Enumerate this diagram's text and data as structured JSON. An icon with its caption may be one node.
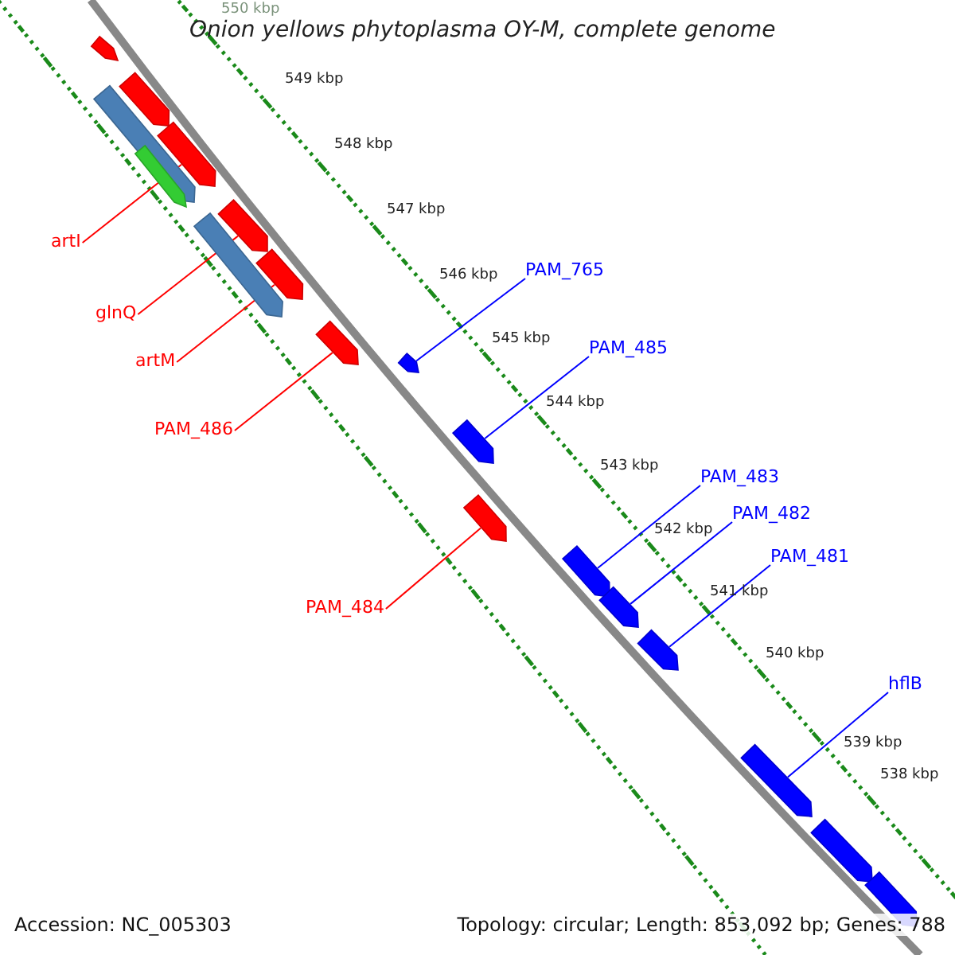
{
  "diagram": {
    "title": "Onion yellows phytoplasma OY-M, complete genome",
    "nodes": [
      {
        "text": [
          "artI"
        ]
      },
      {
        "text": [
          "PAM_765"
        ]
      },
      {
        "text": [
          "glnQ"
        ]
      },
      {
        "text": [
          "PAM_485"
        ]
      },
      {
        "text": [
          "artM"
        ]
      },
      {
        "text": [
          "PAM_486"
        ]
      },
      {
        "text": [
          "PAM_483"
        ]
      },
      {
        "text": [
          "PAM_482"
        ]
      },
      {
        "text": [
          "PAM_481"
        ]
      },
      {
        "text": [
          "PAM_484"
        ]
      },
      {
        "text": [
          "hflB"
        ]
      },
      {
        "text": [],
        "shape": "bar"
      },
      {
        "text": [],
        "shape": "bar"
      },
      {
        "text": [],
        "shape": "bar"
      },
      {
        "text": [],
        "shape": "bar"
      },
      {
        "text": [],
        "shape": "bar"
      },
      {
        "text": [],
        "shape": "bar"
      },
      {
        "text": [],
        "shape": "bar"
      },
      {
        "text": [],
        "shape": "bar"
      },
      {
        "text": [],
        "shape": "bar"
      },
      {
        "text": [],
        "shape": "bar"
      },
      {
        "text": [],
        "shape": "bar"
      },
      {
        "text": [],
        "shape": "bar"
      },
      {
        "text": [],
        "shape": "bar"
      },
      {
        "text": [],
        "shape": "bar"
      },
      {
        "text": [],
        "shape": "bar"
      },
      {
        "text": [],
        "shape": "bar"
      },
      {
        "text": [],
        "shape": "bar"
      },
      {
        "text": [],
        "shape": "bar"
      }
    ],
    "edges": [
      {
        "from": 0,
        "to": 14,
        "arrow": "none",
        "color": "#ff0000"
      },
      {
        "from": 1,
        "to": 20,
        "arrow": "none"
      },
      {
        "from": 2,
        "to": 16,
        "arrow": "none",
        "color": "#ff0000"
      },
      {
        "from": 3,
        "to": 21,
        "arrow": "none"
      },
      {
        "from": 4,
        "to": 18,
        "arrow": "none",
        "color": "#ff0000"
      },
      {
        "from": 5,
        "to": 19,
        "arrow": "none",
        "color": "#ff0000"
      },
      {
        "from": 6,
        "to": 23,
        "arrow": "none"
      },
      {
        "from": 7,
        "to": 24,
        "arrow": "none"
      },
      {
        "from": 8,
        "to": 25,
        "arrow": "none"
      },
      {
        "from": 9,
        "to": 22,
        "arrow": "none",
        "color": "#ff0000"
      },
      {
        "from": 10,
        "to": 26,
        "arrow": "none"
      }
    ],
    "labels": [
      "550 kbp",
      "549 kbp",
      "548 kbp",
      "547 kbp",
      "546 kbp",
      "545 kbp",
      "544 kbp",
      "543 kbp",
      "542 kbp",
      "541 kbp",
      "540 kbp",
      "539 kbp",
      "538 kbp",
      "Accession: NC_005303",
      "Topology: circular; Length: 853,092 bp; Genes: 788"
    ]
  }
}
